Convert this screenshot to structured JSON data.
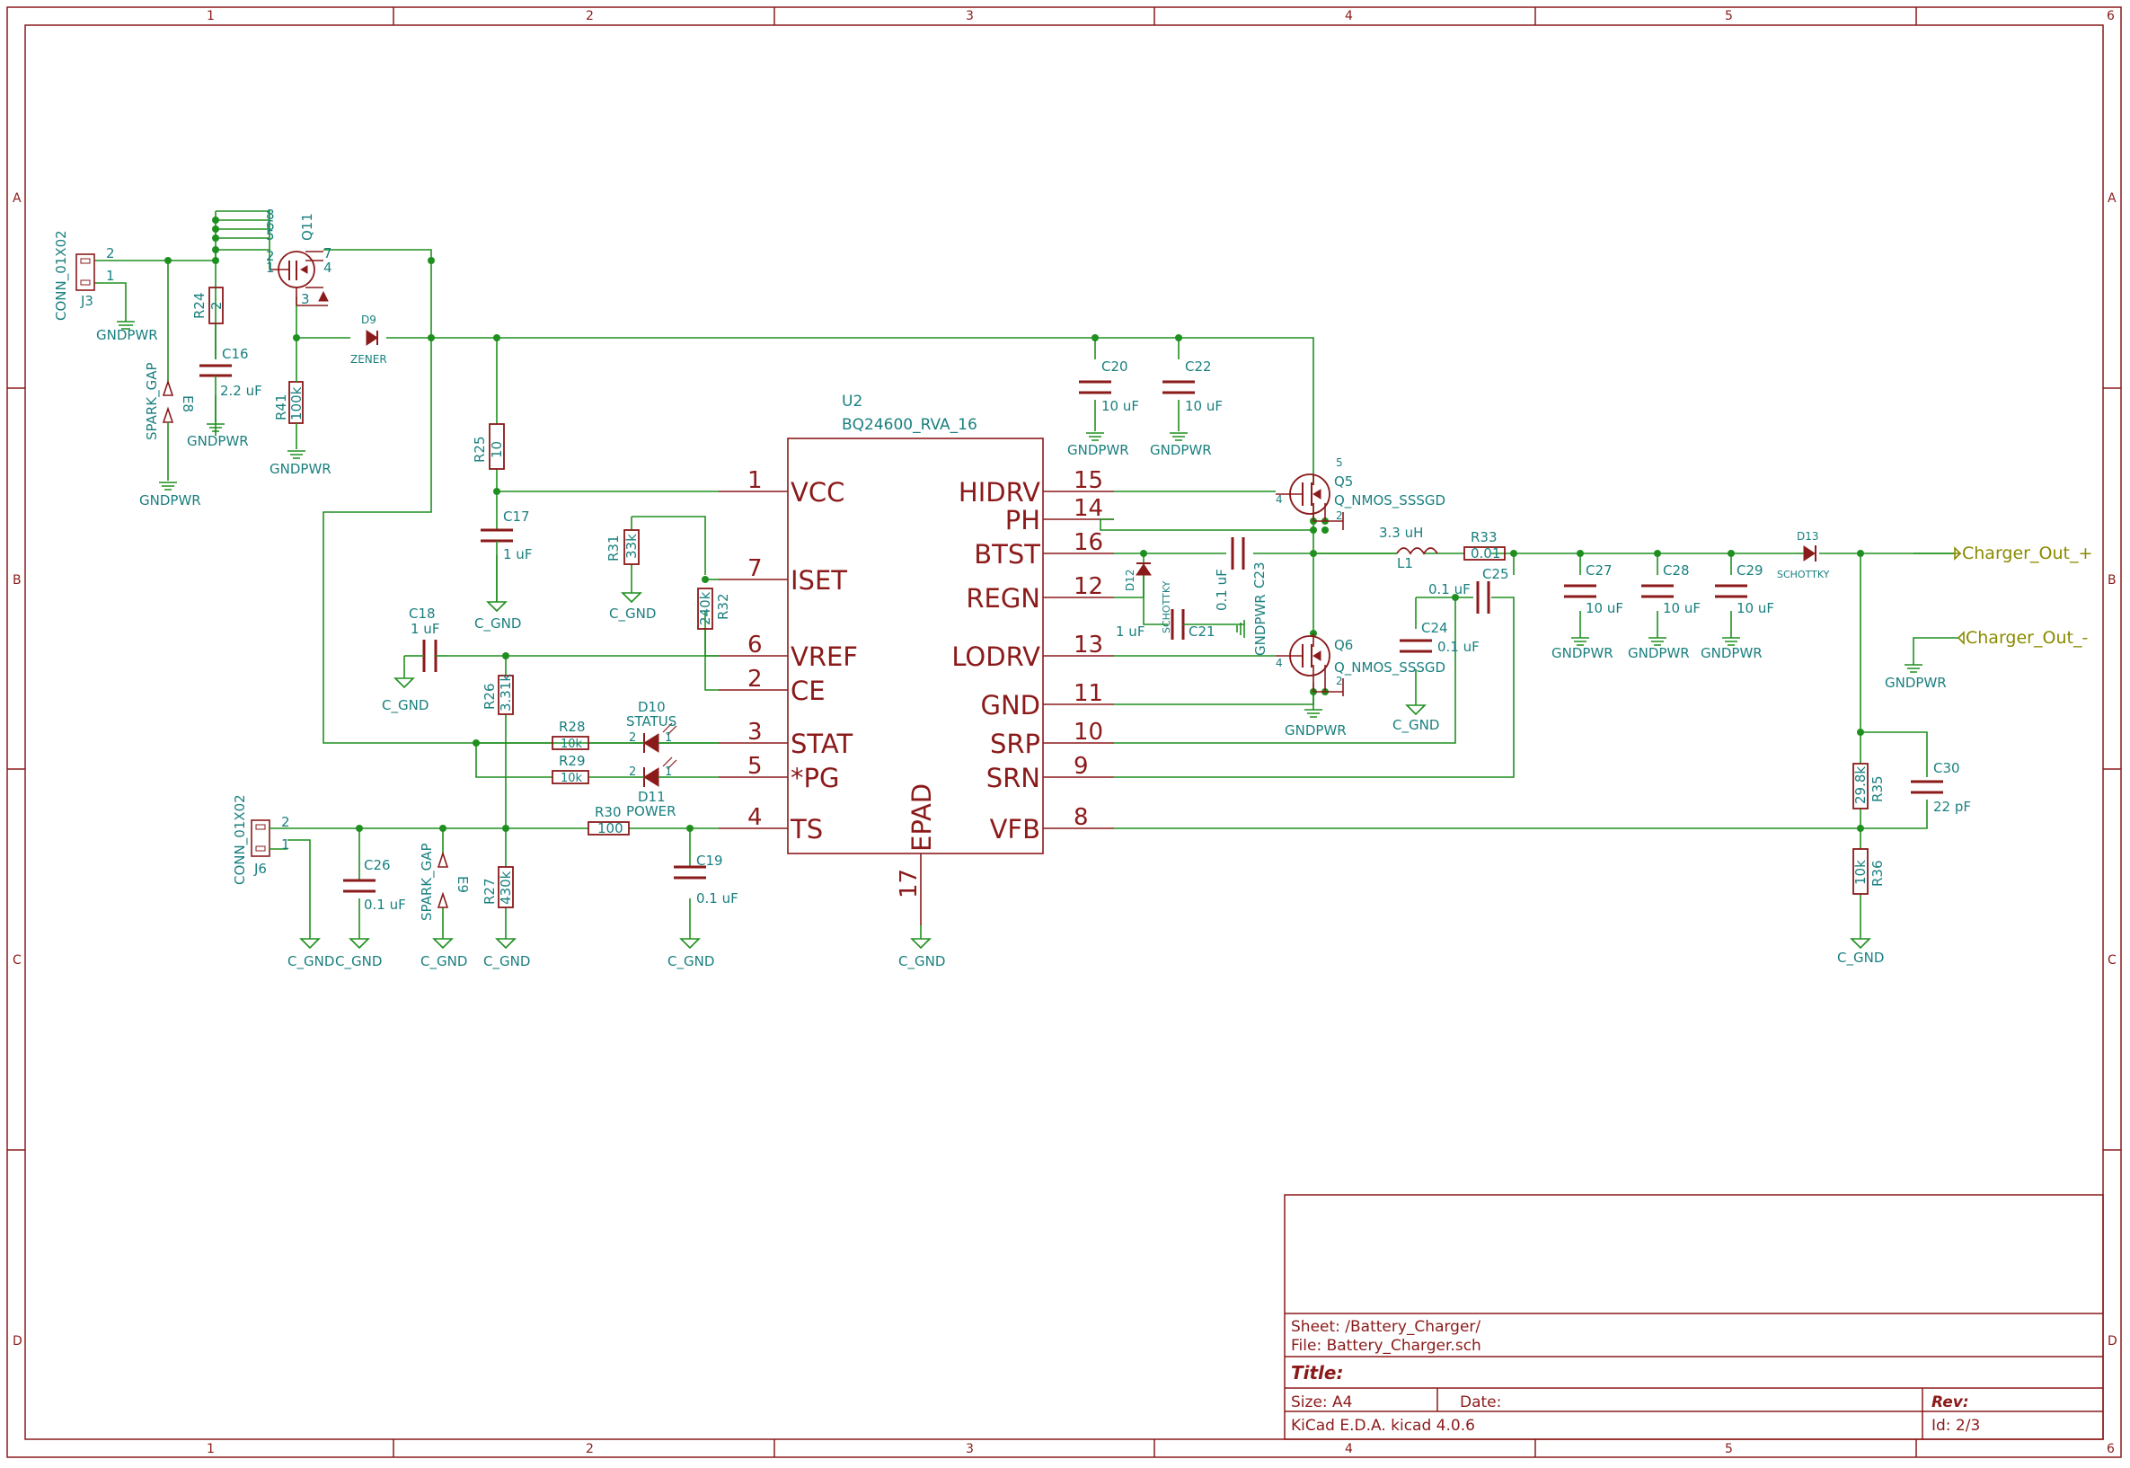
{
  "border": {
    "columns": [
      "1",
      "2",
      "3",
      "4",
      "5",
      "6"
    ],
    "rows": [
      "A",
      "B",
      "C",
      "D"
    ]
  },
  "title_block": {
    "sheet_line": "Sheet: /Battery_Charger/",
    "file_line": "File: Battery_Charger.sch",
    "title_label": "Title:",
    "size_label": "Size: A4",
    "date_label": "Date:",
    "rev_label": "Rev:",
    "tool_line": "KiCad E.D.A.  kicad 4.0.6",
    "id_line": "Id: 2/3"
  },
  "ic": {
    "ref": "U2",
    "value": "BQ24600_RVA_16",
    "left_pins": [
      {
        "num": "1",
        "name": "VCC"
      },
      {
        "num": "7",
        "name": "ISET"
      },
      {
        "num": "6",
        "name": "VREF"
      },
      {
        "num": "2",
        "name": "CE"
      },
      {
        "num": "3",
        "name": "STAT"
      },
      {
        "num": "5",
        "name": "*PG"
      },
      {
        "num": "4",
        "name": "TS"
      }
    ],
    "right_pins": [
      {
        "num": "15",
        "name": "HIDRV"
      },
      {
        "num": "14",
        "name": "PH"
      },
      {
        "num": "16",
        "name": "BTST"
      },
      {
        "num": "12",
        "name": "REGN"
      },
      {
        "num": "13",
        "name": "LODRV"
      },
      {
        "num": "11",
        "name": "GND"
      },
      {
        "num": "10",
        "name": "SRP"
      },
      {
        "num": "9",
        "name": "SRN"
      },
      {
        "num": "8",
        "name": "VFB"
      }
    ],
    "bottom_pin": {
      "num": "17",
      "name": "EPAD"
    }
  },
  "labels": {
    "charger_out_plus": "Charger_Out_+",
    "charger_out_minus": "Charger_Out_-"
  },
  "components": {
    "J3": {
      "ref": "J3",
      "value": "CONN_01X02",
      "pin1": "1",
      "pin2": "2"
    },
    "J6": {
      "ref": "J6",
      "value": "CONN_01X02",
      "pin1": "1",
      "pin2": "2"
    },
    "E8": {
      "ref": "E8",
      "value": "SPARK_GAP"
    },
    "E9": {
      "ref": "E9",
      "value": "SPARK_GAP"
    },
    "Q11": {
      "ref": "Q11",
      "pins": [
        "8",
        "6",
        "5",
        "2",
        "1",
        "7",
        "4",
        "3"
      ]
    },
    "Q5": {
      "ref": "Q5",
      "value": "Q_NMOS_SSSGD"
    },
    "Q6": {
      "ref": "Q6",
      "value": "Q_NMOS_SSSGD"
    },
    "D9": {
      "ref": "D9",
      "value": "ZENER"
    },
    "D10": {
      "ref": "D10",
      "value": "STATUS"
    },
    "D11": {
      "ref": "D11",
      "value": "POWER"
    },
    "D12": {
      "ref": "D12",
      "value": "SCHOTTKY"
    },
    "D13": {
      "ref": "D13",
      "value": "SCHOTTKY"
    },
    "L1": {
      "ref": "L1",
      "value": "3.3 uH"
    },
    "R24": {
      "ref": "R24",
      "value": "2"
    },
    "R25": {
      "ref": "R25",
      "value": "10"
    },
    "R26": {
      "ref": "R26",
      "value": "3.31k"
    },
    "R27": {
      "ref": "R27",
      "value": "430k"
    },
    "R28": {
      "ref": "R28",
      "value": "10k"
    },
    "R29": {
      "ref": "R29",
      "value": "10k"
    },
    "R30": {
      "ref": "R30",
      "value": "100"
    },
    "R31": {
      "ref": "R31",
      "value": "33k"
    },
    "R32": {
      "ref": "R32",
      "value": "240k"
    },
    "R33": {
      "ref": "R33",
      "value": "0.01"
    },
    "R35": {
      "ref": "R35",
      "value": "29.8k"
    },
    "R36": {
      "ref": "R36",
      "value": "10k"
    },
    "R41": {
      "ref": "R41",
      "value": "100k"
    },
    "C16": {
      "ref": "C16",
      "value": "2.2 uF"
    },
    "C17": {
      "ref": "C17",
      "value": "1 uF"
    },
    "C18": {
      "ref": "C18",
      "value": "1 uF"
    },
    "C19": {
      "ref": "C19",
      "value": "0.1 uF"
    },
    "C20": {
      "ref": "C20",
      "value": "10 uF"
    },
    "C21": {
      "ref": "C21",
      "value": "1 uF"
    },
    "C22": {
      "ref": "C22",
      "value": "10 uF"
    },
    "C23": {
      "ref": "C23",
      "value": "0.1 uF"
    },
    "C24": {
      "ref": "C24",
      "value": "0.1 uF"
    },
    "C25": {
      "ref": "C25",
      "value": "0.1 uF"
    },
    "C26": {
      "ref": "C26",
      "value": "0.1 uF"
    },
    "C27": {
      "ref": "C27",
      "value": "10 uF"
    },
    "C28": {
      "ref": "C28",
      "value": "10 uF"
    },
    "C29": {
      "ref": "C29",
      "value": "10 uF"
    },
    "C30": {
      "ref": "C30",
      "value": "22 pF"
    }
  },
  "power": {
    "gndpwr": "GNDPWR",
    "c_gnd": "C_GND"
  }
}
